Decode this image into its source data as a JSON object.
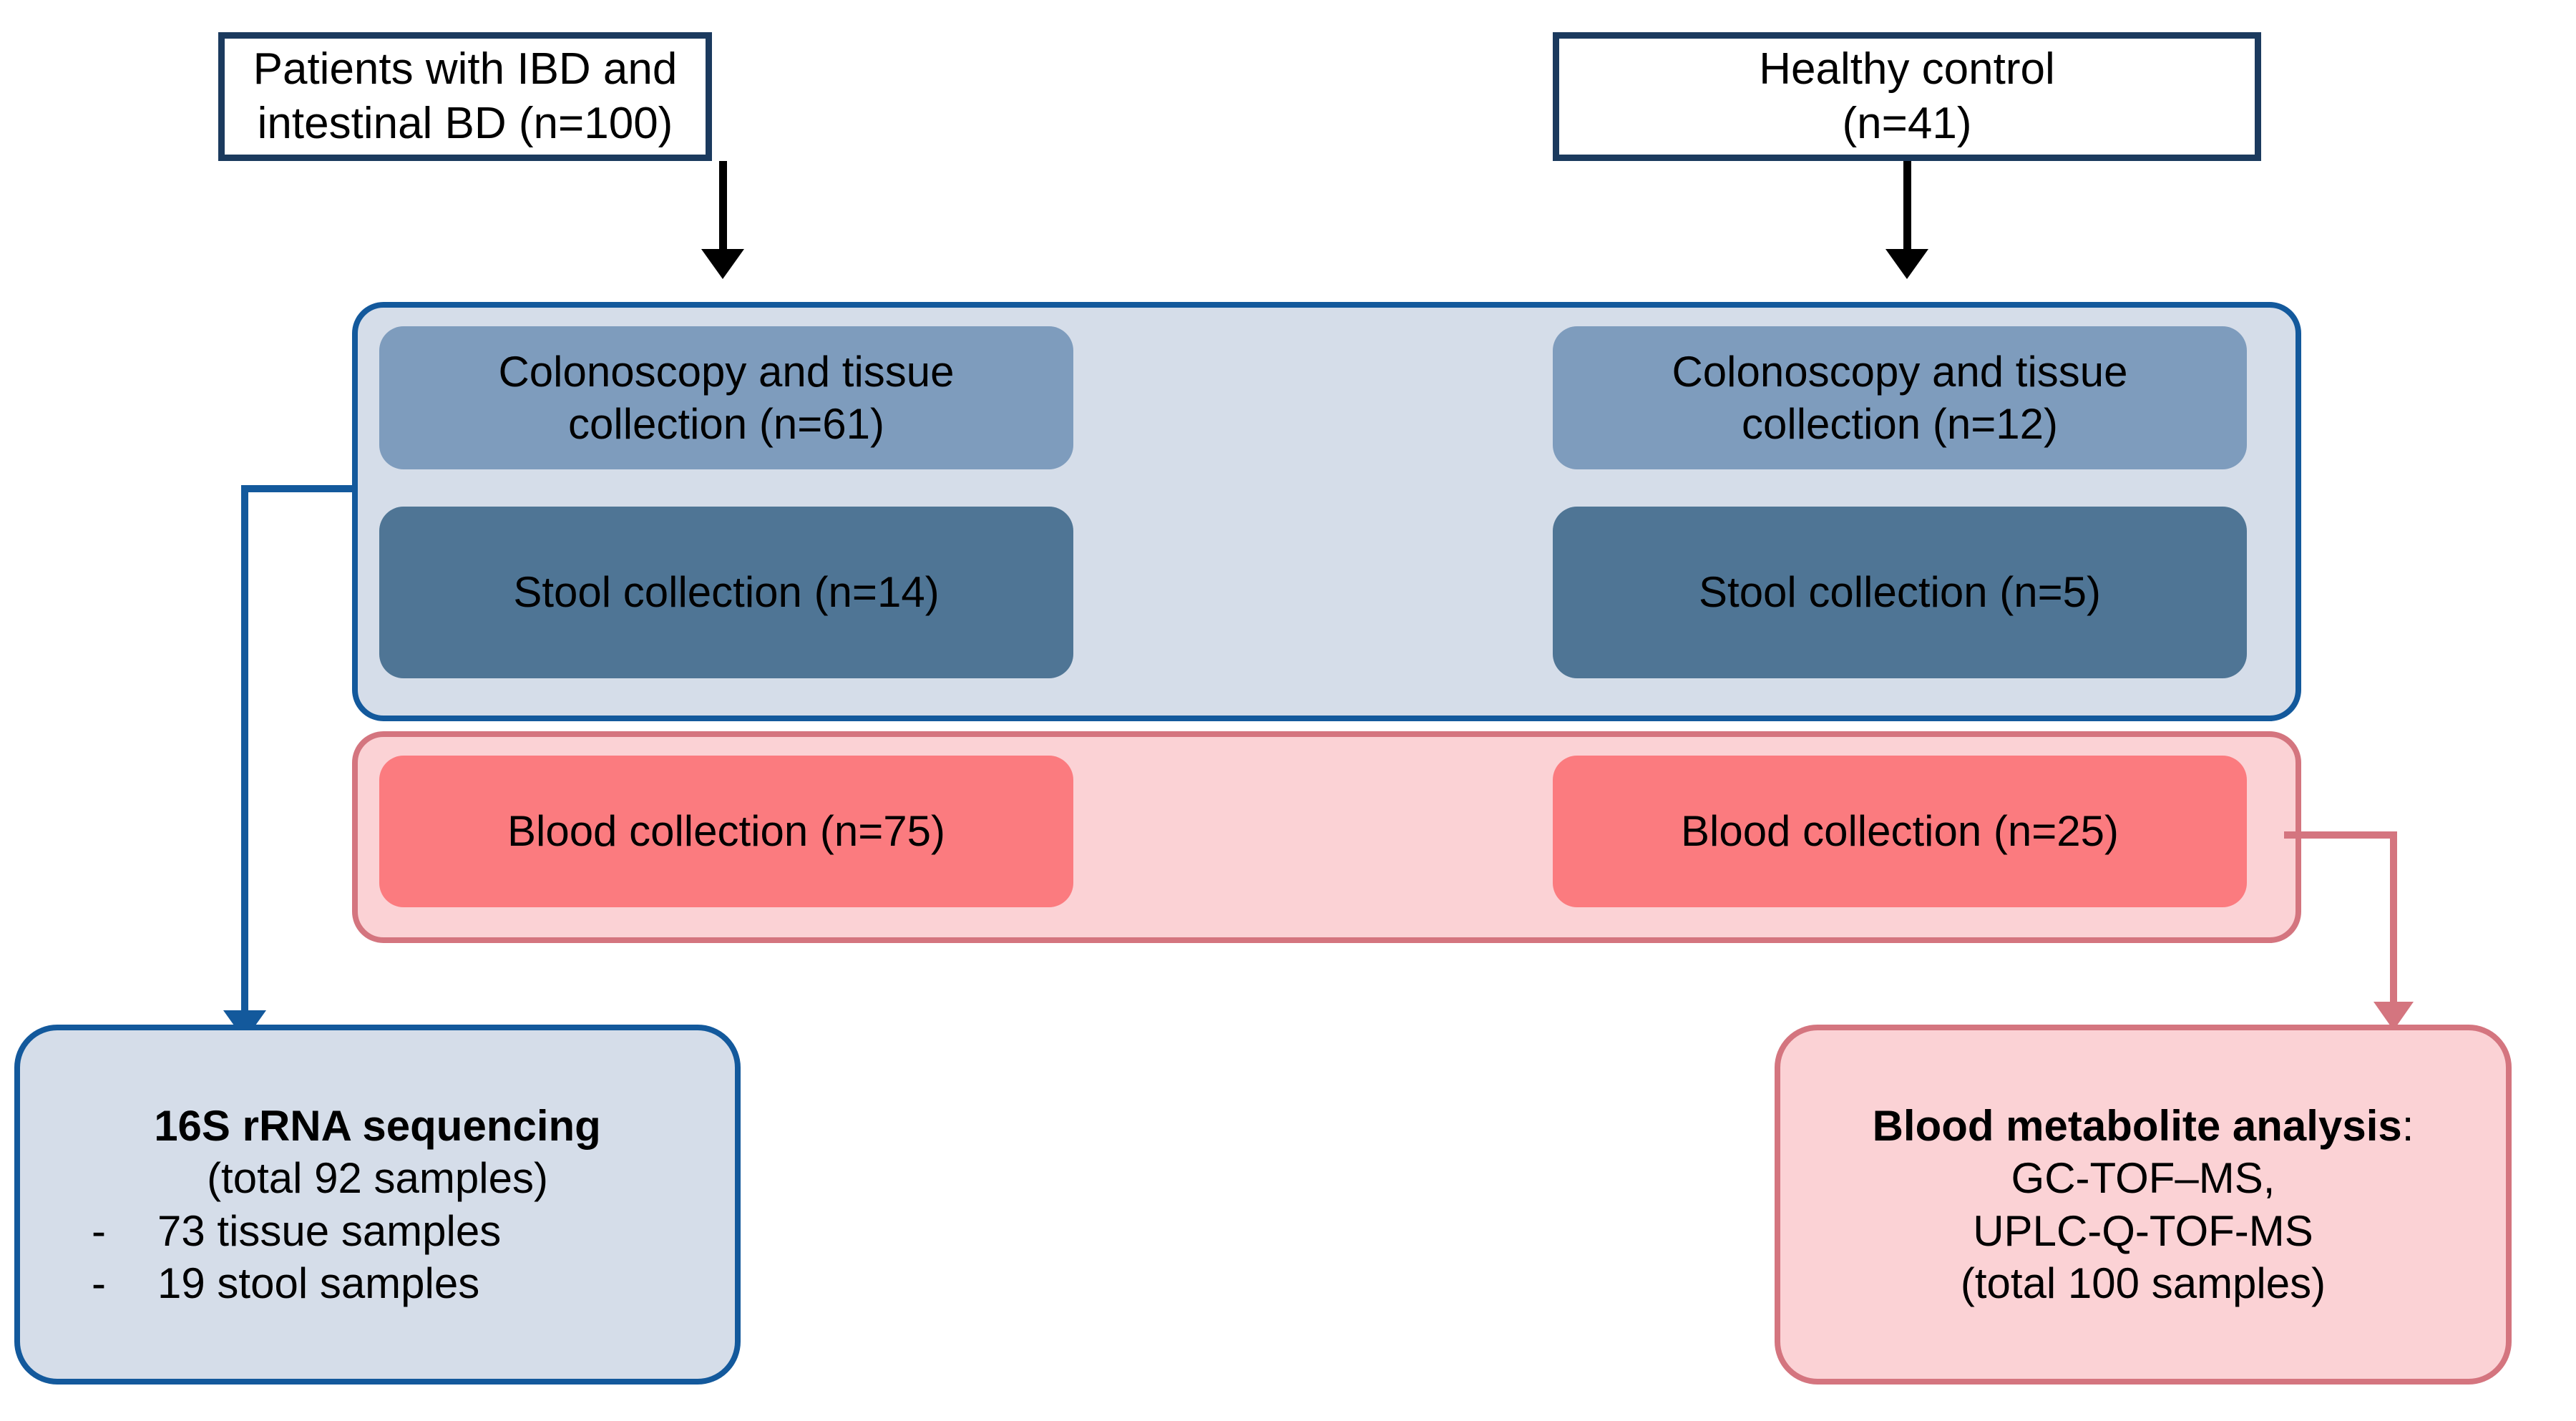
{
  "figure": {
    "type": "flowchart",
    "orientation": "top-to-bottom, two parallel cohort columns"
  },
  "colors": {
    "navy_border": "#1b3a5e",
    "blue_border": "#13599c",
    "blue_group_fill": "#d5dde9",
    "steel_chip": "#7e9cbd",
    "dark_blue_chip": "#4f7595",
    "pink_border": "#d4757f",
    "pink_group_fill": "#fbd2d5",
    "red_chip": "#fb7b7f",
    "arrow_black": "#000000"
  },
  "sources": {
    "patients": {
      "line1": "Patients with IBD and",
      "line2": "intestinal BD (n=100)"
    },
    "control": {
      "line1": "Healthy control",
      "line2": "(n=41)"
    }
  },
  "tissue_stool_group": {
    "patients_colonoscopy": {
      "line1": "Colonoscopy and tissue",
      "line2": "collection (n=61)"
    },
    "control_colonoscopy": {
      "line1": "Colonoscopy and tissue",
      "line2": "collection (n=12)"
    },
    "patients_stool": "Stool collection (n=14)",
    "control_stool": "Stool collection (n=5)"
  },
  "blood_group": {
    "patients_blood": "Blood collection (n=75)",
    "control_blood": "Blood collection (n=25)"
  },
  "results": {
    "sequencing": {
      "title": "16S rRNA sequencing",
      "total": "(total 92 samples)",
      "bullets": [
        {
          "dash": "-",
          "text": "73 tissue samples"
        },
        {
          "dash": "-",
          "text": "19 stool samples"
        }
      ]
    },
    "metabolite": {
      "title": "Blood metabolite analysis",
      "title_suffix": ":",
      "method1": "GC-TOF–MS,",
      "method2": "UPLC-Q-TOF-MS",
      "total": "(total 100 samples)"
    }
  }
}
